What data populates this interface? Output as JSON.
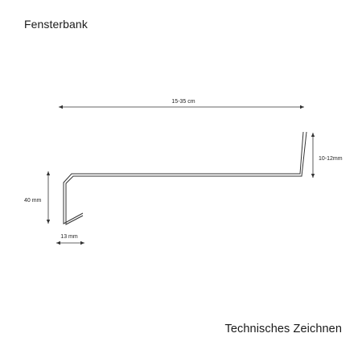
{
  "header": {
    "title": "Fensterbank"
  },
  "footer": {
    "label": "Technisches Zeichnen"
  },
  "dimensions": {
    "width_label": "15-35 cm",
    "upstand_label": "10-12mm",
    "front_height_label": "40 mm",
    "drip_label": "13 mm"
  },
  "colors": {
    "line": "#333333",
    "text": "#1a1a1a",
    "background": "#ffffff"
  }
}
